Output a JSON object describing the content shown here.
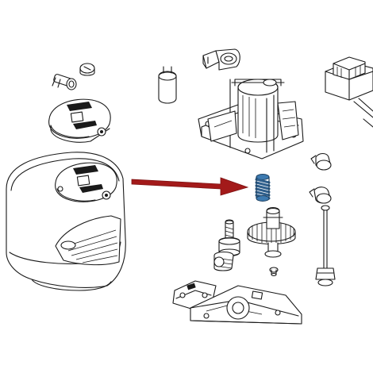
{
  "diagram": {
    "parts": [
      {
        "name": "gearmotor-cover-housing"
      },
      {
        "name": "release-knob-top"
      },
      {
        "name": "release-knob-front"
      },
      {
        "name": "lock-cylinder"
      },
      {
        "name": "small-cap"
      },
      {
        "name": "capacitor"
      },
      {
        "name": "motor-mount-plug"
      },
      {
        "name": "motor-gearbox-body"
      },
      {
        "name": "transformer"
      },
      {
        "name": "spring"
      },
      {
        "name": "wing-screw-upper"
      },
      {
        "name": "wing-screw-lower"
      },
      {
        "name": "driven-gear"
      },
      {
        "name": "worm-shaft"
      },
      {
        "name": "rod-linkage"
      },
      {
        "name": "small-screw"
      },
      {
        "name": "limit-switch-bracket"
      },
      {
        "name": "base-plate"
      }
    ],
    "highlight": {
      "part": "spring",
      "arrow_color": "#a31a1a",
      "spring_color": "#2f5f8c"
    }
  }
}
